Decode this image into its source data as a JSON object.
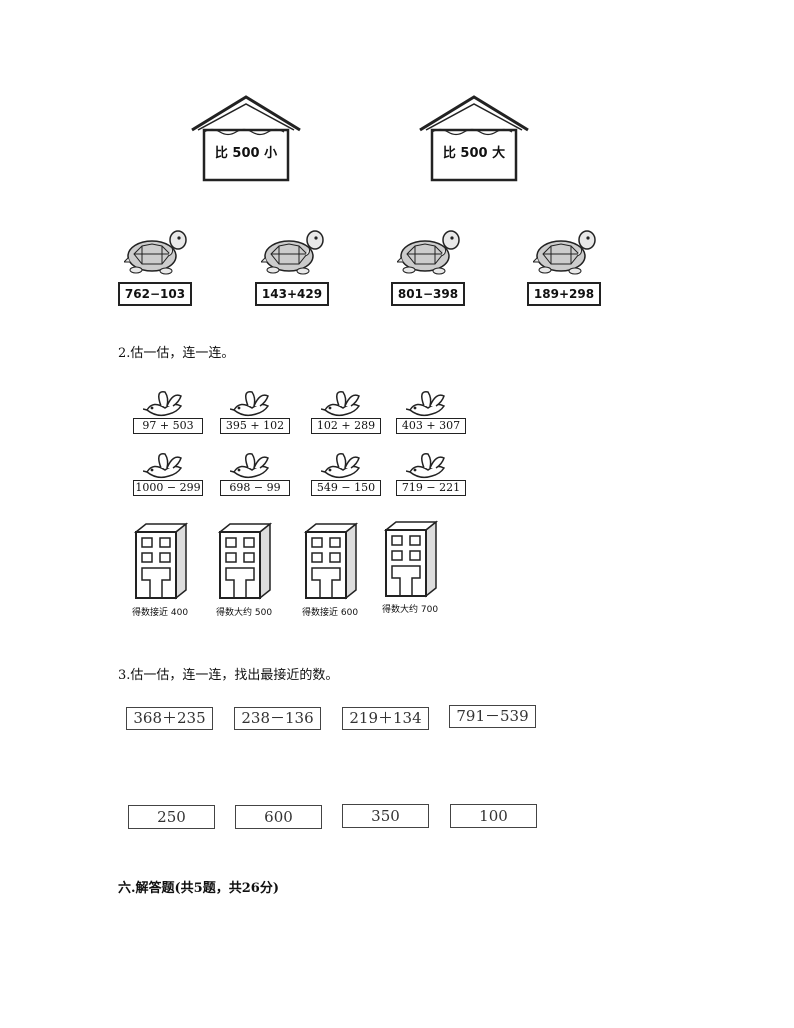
{
  "houses": [
    {
      "label": "比 500 小"
    },
    {
      "label": "比 500 大"
    }
  ],
  "turtles": [
    {
      "expr": "762−103"
    },
    {
      "expr": "143+429"
    },
    {
      "expr": "801−398"
    },
    {
      "expr": "189+298"
    }
  ],
  "q2": {
    "heading": "2.估一估，连一连。",
    "birds_row1": [
      "97 + 503",
      "395 + 102",
      "102 + 289",
      "403 + 307"
    ],
    "birds_row2": [
      "1000 − 299",
      "698 − 99",
      "549 − 150",
      "719 − 221"
    ],
    "buildings": [
      "得数接近 400",
      "得数大约 500",
      "得数接近 600",
      "得数大约 700"
    ]
  },
  "q3": {
    "heading": "3.估一估，连一连，找出最接近的数。",
    "expressions": [
      "368＋235",
      "238－136",
      "219＋134",
      "791－539"
    ],
    "numbers": [
      "250",
      "600",
      "350",
      "100"
    ]
  },
  "section6": {
    "heading": "六.解答题(共5题，共26分)"
  }
}
